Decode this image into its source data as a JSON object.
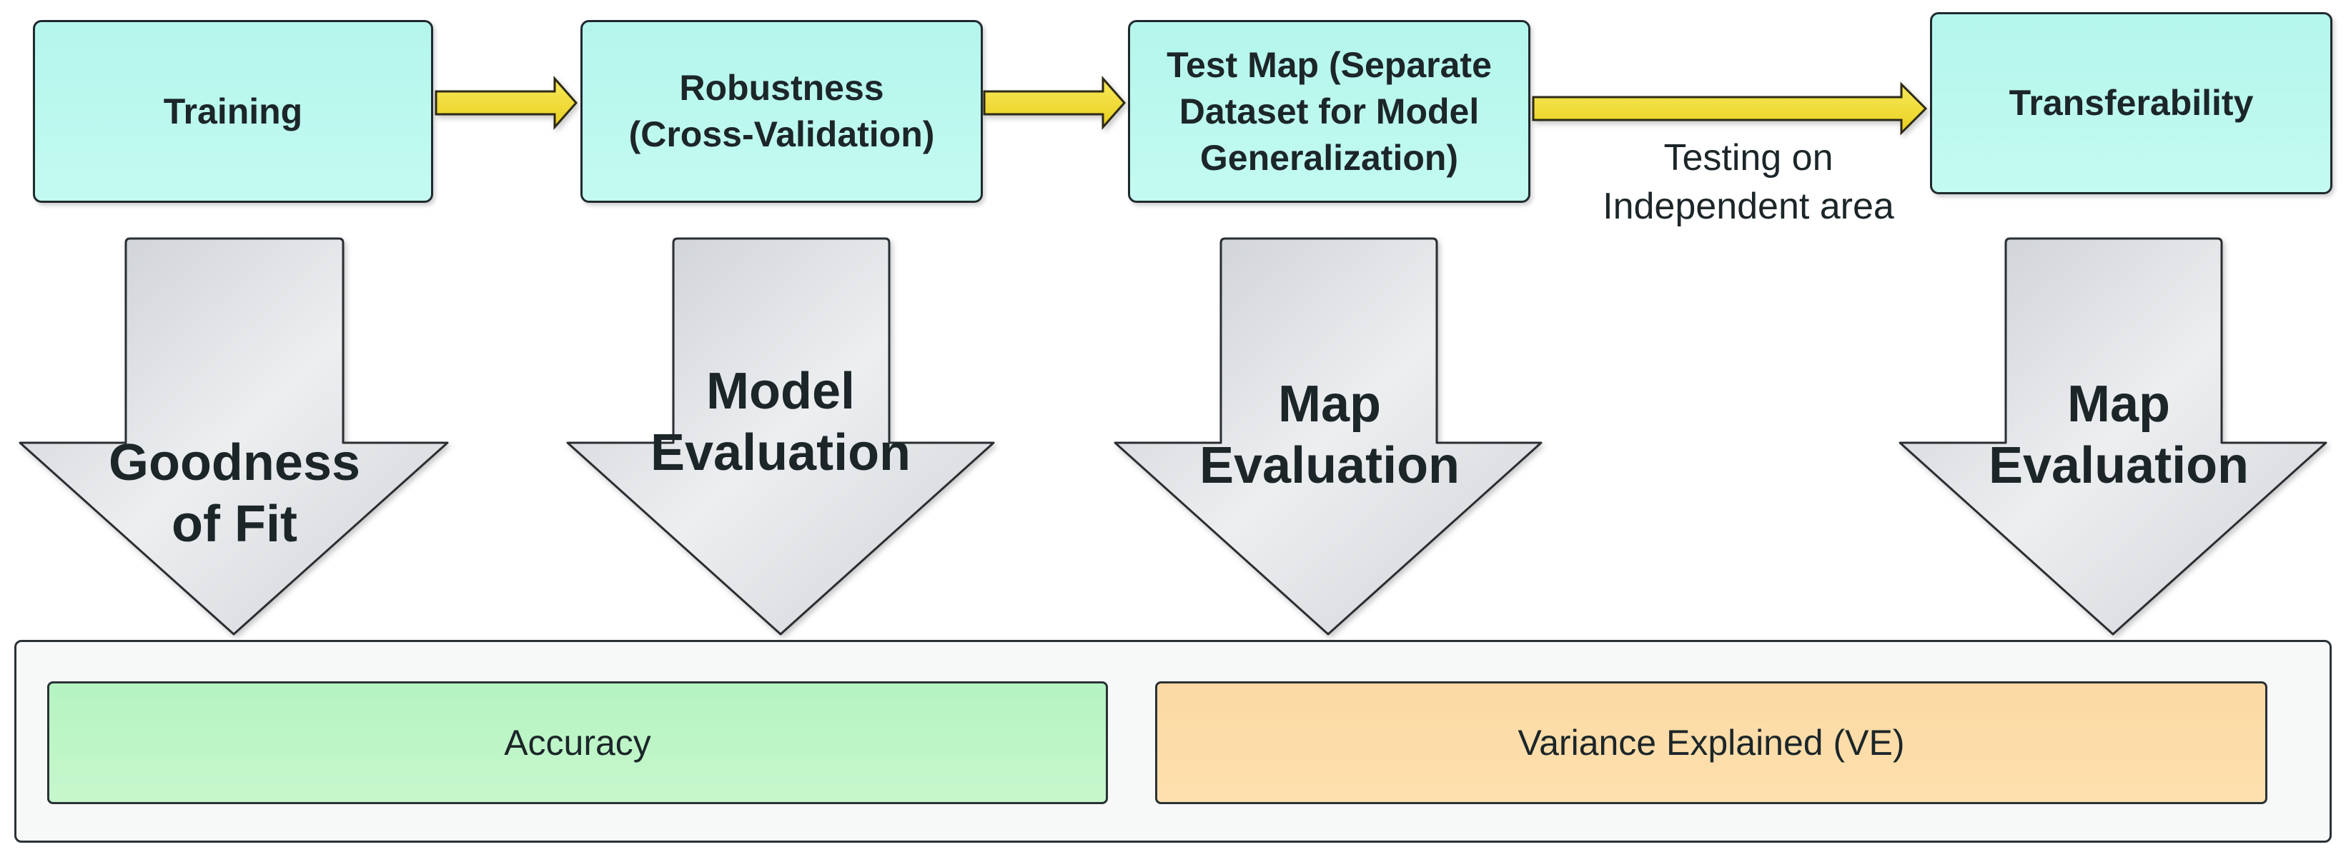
{
  "stages": {
    "training": "Training",
    "robustness": "Robustness\n(Cross-Validation)",
    "test_map": "Test Map (Separate\nDataset for Model\nGeneralization)",
    "transferability": "Transferability"
  },
  "note": "Testing on\nIndependent area",
  "evaluations": {
    "goodness": "Goodness\nof Fit",
    "model": "Model\nEvaluation",
    "map1": "Map\nEvaluation",
    "map2": "Map\nEvaluation"
  },
  "metrics": {
    "accuracy": "Accuracy",
    "ve": "Variance Explained (VE)"
  },
  "colors": {
    "stage_fill": "#b4f6ec",
    "connector": "#f2dd36",
    "down_arrow": "#d7d9dd",
    "accuracy_fill": "#b5f3c2",
    "ve_fill": "#fcd9a3"
  }
}
